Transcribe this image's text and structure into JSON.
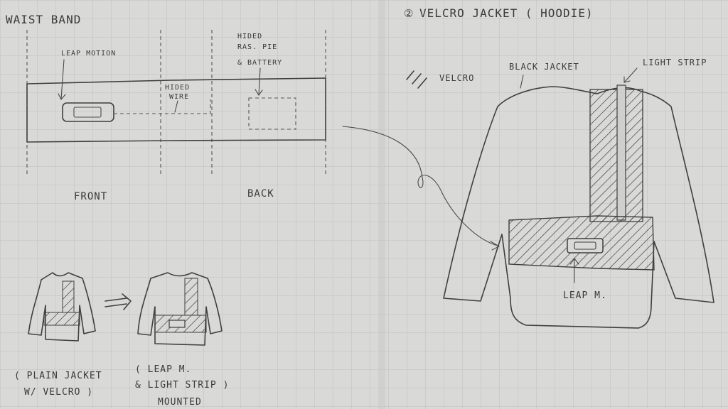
{
  "waist_band": {
    "title": "WAIST BAND",
    "leap_motion_label": "LEAP MOTION",
    "hided_wire_line1": "HIDED",
    "hided_wire_line2": "WIRE",
    "hided_pi_line1": "HIDED",
    "hided_pi_line2": "RAS. PIE",
    "hided_pi_line3": "& BATTERY",
    "front_label": "FRONT",
    "back_label": "BACK"
  },
  "small_sketches": {
    "left_caption_line1": "( PLAIN JACKET",
    "left_caption_line2": "W/ VELCRO )",
    "right_caption_line1": "( LEAP M.",
    "right_caption_line2": "& LIGHT STRIP )",
    "right_caption_line3": "MOUNTED"
  },
  "velcro_jacket": {
    "number": "②",
    "title": "VELCRO JACKET ( HOODIE)",
    "legend_label": "VELCRO",
    "black_jacket_label": "BLACK JACKET",
    "light_strip_label": "LIGHT STRIP",
    "leap_label": "LEAP M."
  },
  "colors": {
    "paper": "#d9d9d7",
    "grid": "#bdbdbb",
    "pencil": "#3f3f3f"
  }
}
